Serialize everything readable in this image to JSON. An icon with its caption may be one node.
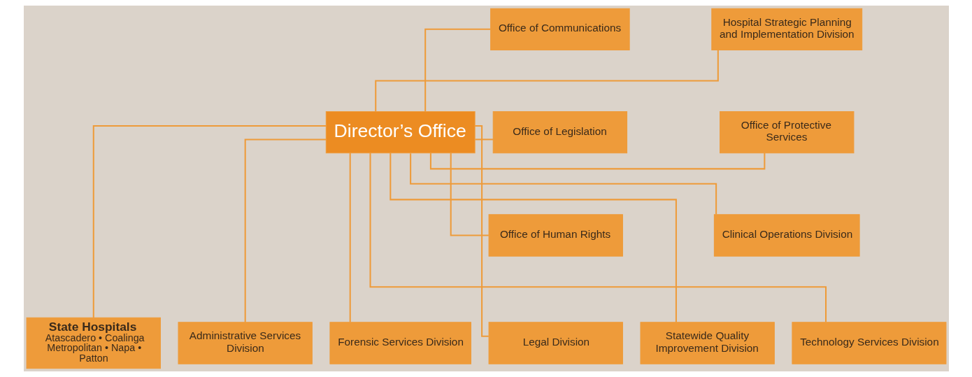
{
  "diagram": {
    "nodes": [
      {
        "text": [
          "Director’s Office"
        ]
      },
      {
        "text": [
          "Office of Communications"
        ]
      },
      {
        "text": [
          "Office of Legislation"
        ]
      },
      {
        "text": [
          "Office of Human Rights"
        ]
      },
      {
        "text": [
          "Hospital Strategic Planning and Implementation Division"
        ]
      },
      {
        "text": [
          "Office of Protective Services"
        ]
      },
      {
        "text": [
          "Clinical Operations Division"
        ]
      },
      {
        "text": [
          "State Hospitals",
          "Atascadero • Coalinga Metropolitan • Napa • Patton"
        ]
      },
      {
        "text": [
          "Administrative Services Division"
        ]
      },
      {
        "text": [
          "Forensic Services Division"
        ]
      },
      {
        "text": [
          "Legal Division"
        ]
      },
      {
        "text": [
          "Statewide Quality Improvement Division"
        ]
      },
      {
        "text": [
          "Technology Services Division"
        ]
      }
    ],
    "edges": [
      {
        "from": 0,
        "to": 1,
        "arrow": "none"
      },
      {
        "from": 0,
        "to": 2,
        "arrow": "none"
      },
      {
        "from": 0,
        "to": 3,
        "arrow": "none"
      },
      {
        "from": 0,
        "to": 4,
        "arrow": "none"
      },
      {
        "from": 0,
        "to": 5,
        "arrow": "none"
      },
      {
        "from": 0,
        "to": 6,
        "arrow": "none"
      },
      {
        "from": 0,
        "to": 7,
        "arrow": "none"
      },
      {
        "from": 0,
        "to": 8,
        "arrow": "none"
      },
      {
        "from": 0,
        "to": 9,
        "arrow": "none"
      },
      {
        "from": 0,
        "to": 10,
        "arrow": "none"
      },
      {
        "from": 0,
        "to": 11,
        "arrow": "none"
      },
      {
        "from": 0,
        "to": 12,
        "arrow": "none"
      }
    ]
  }
}
